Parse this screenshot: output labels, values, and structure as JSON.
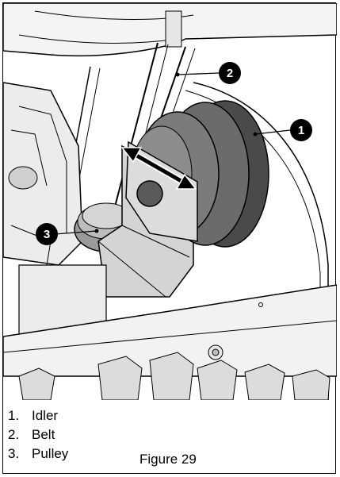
{
  "callouts": [
    {
      "number": "1",
      "label": "Idler"
    },
    {
      "number": "2",
      "label": "Belt"
    },
    {
      "number": "3",
      "label": "Pulley"
    }
  ],
  "caption": "Figure 29",
  "colors": {
    "line": "#000000",
    "dark_gray": "#5a5a5a",
    "mid_gray": "#9a9a9a",
    "light_gray": "#d8d8d8",
    "callout_fill": "#000000",
    "callout_text": "#ffffff"
  }
}
